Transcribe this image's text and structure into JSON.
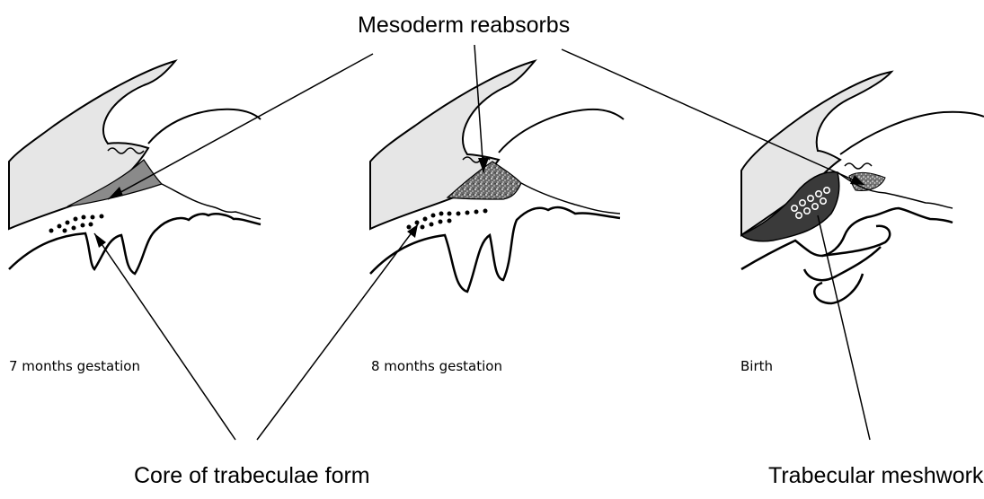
{
  "labels": {
    "top": "Mesoderm reabsorbs",
    "bottom_left": "Core of trabeculae form",
    "bottom_right": "Trabecular meshwork"
  },
  "panels": [
    {
      "id": "seven-months",
      "caption": "7 months gestation"
    },
    {
      "id": "eight-months",
      "caption": "8 months gestation"
    },
    {
      "id": "birth",
      "caption": "Birth"
    }
  ],
  "colors": {
    "ink": "#000000",
    "cornea_fill": "#e6e6e6",
    "mesoderm_7m": "#8a8a8a",
    "mesoderm_8m": "#5c5c5c",
    "meshwork_birth": "#3a3a3a"
  }
}
